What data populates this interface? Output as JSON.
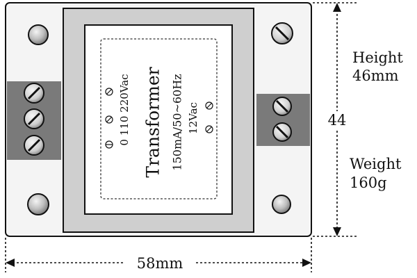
{
  "label": {
    "title": "Transformer",
    "rating": "150mA/50~60Hz",
    "input_taps": "0  110  220Vac",
    "output": "12Vac"
  },
  "dimensions": {
    "width": "58mm",
    "depth": "44",
    "height_label": "Height",
    "height_value": "46mm",
    "weight_label": "Weight",
    "weight_value": "160g"
  },
  "colors": {
    "base_plate": "#f4f4f4",
    "terminal_block": "#7a7a7a",
    "core": "#cfcfcf",
    "outline": "#111111"
  },
  "icons": {
    "screw": "slotted-screw-icon",
    "hole": "mounting-hole-icon"
  }
}
